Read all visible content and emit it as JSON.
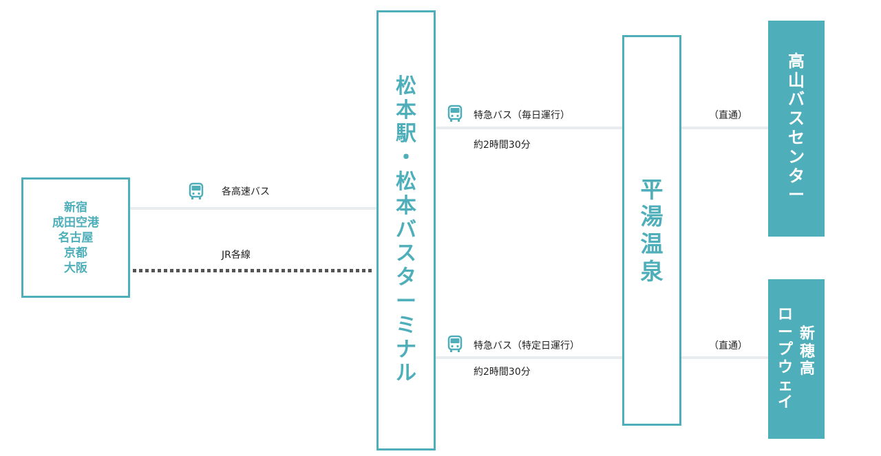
{
  "origin": {
    "cities": [
      "新宿",
      "成田空港",
      "名古屋",
      "京都",
      "大阪"
    ]
  },
  "matsumoto": {
    "chars": [
      "松",
      "本",
      "駅",
      "・",
      "松",
      "本",
      "バ",
      "ス",
      "タ",
      "ー",
      "ミ",
      "ナ",
      "ル"
    ]
  },
  "hirayu": {
    "chars": [
      "平",
      "湯",
      "温",
      "泉"
    ]
  },
  "takayama": {
    "chars": [
      "高",
      "山",
      "バ",
      "ス",
      "セ",
      "ン",
      "タ",
      "ー"
    ]
  },
  "shinhotaka": {
    "col1": [
      "新",
      "穂",
      "高"
    ],
    "col2": [
      "ロ",
      "ー",
      "プ",
      "ウ",
      "ェ",
      "イ"
    ]
  },
  "routes": {
    "highway_bus": "各高速バス",
    "jr_lines": "JR各線",
    "express_daily": "特急バス（毎日運行）",
    "express_daily_time": "約2時間30分",
    "express_special": "特急バス（特定日運行）",
    "express_special_time": "約2時間30分",
    "direct_1": "（直通）",
    "direct_2": "（直通）"
  },
  "colors": {
    "accent": "#4eaeba",
    "line": "#e8ecef",
    "dotted": "#555555"
  }
}
